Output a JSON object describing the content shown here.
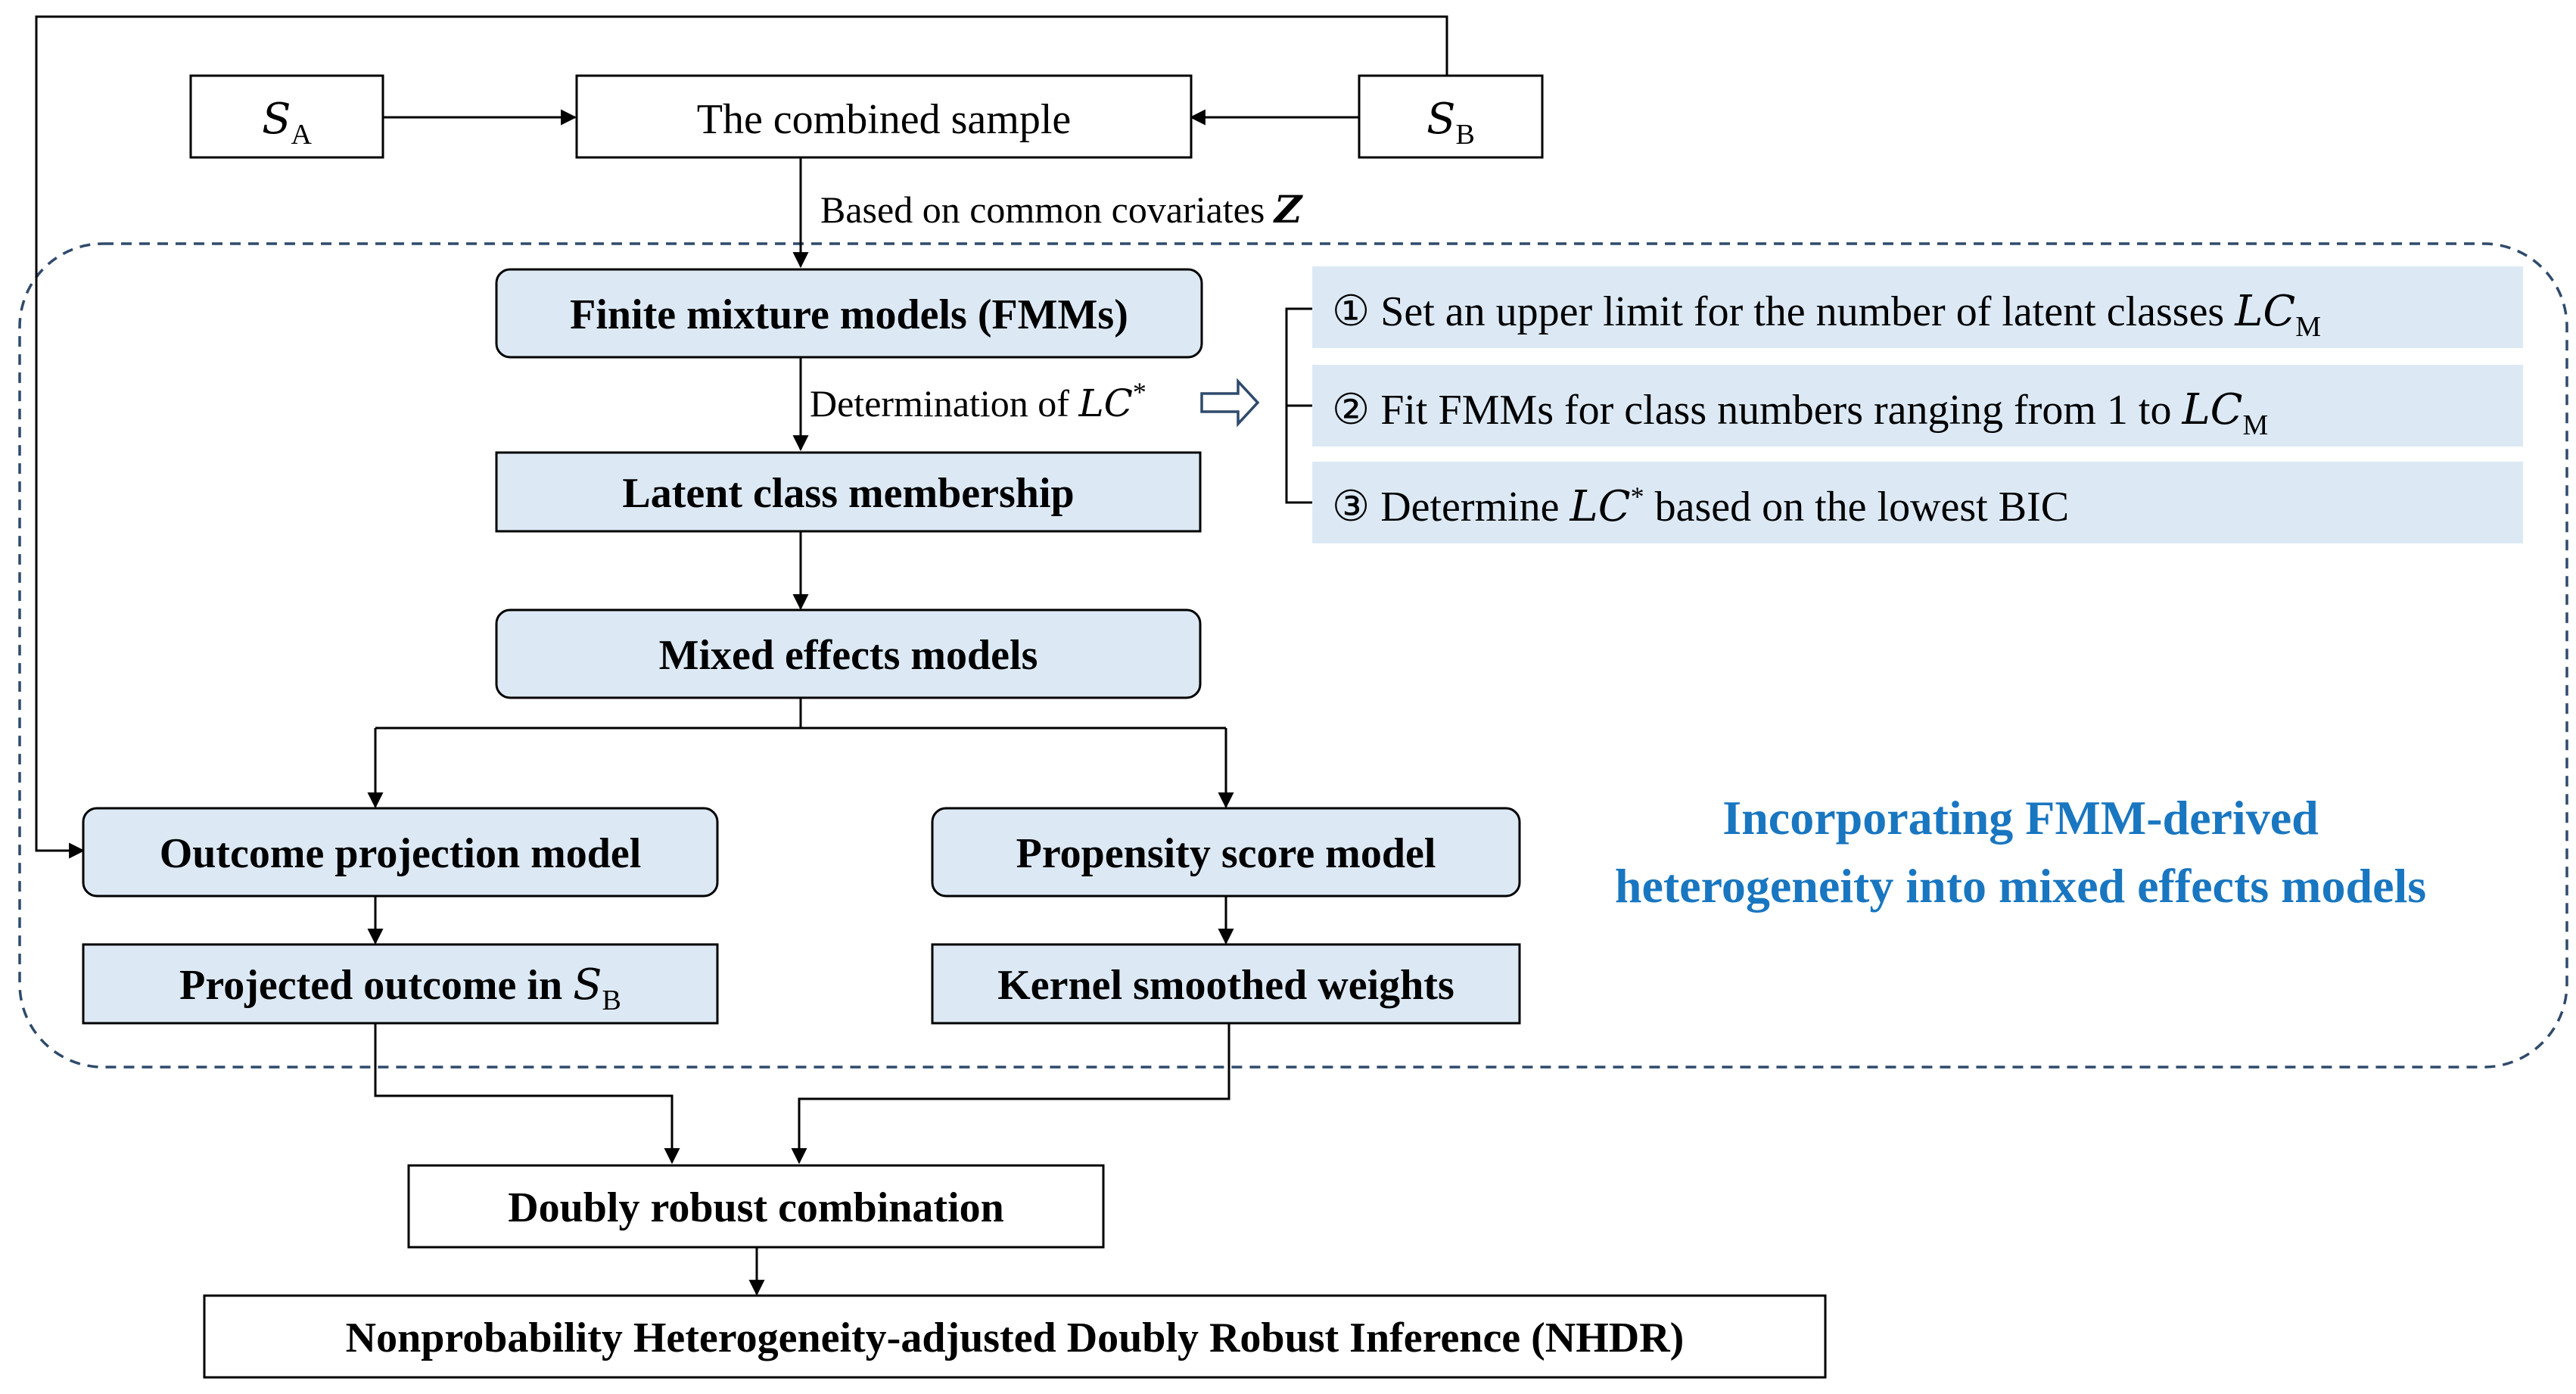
{
  "nodes": {
    "sa": {
      "symbol": "S",
      "sub": "A"
    },
    "sb": {
      "symbol": "S",
      "sub": "B"
    },
    "combined": {
      "label": "The combined sample"
    },
    "fmm": {
      "label": "Finite mixture models (FMMs)"
    },
    "latent": {
      "label": "Latent class membership"
    },
    "mixed": {
      "label": "Mixed effects models"
    },
    "outcome": {
      "label": "Outcome projection model"
    },
    "propensity": {
      "label": "Propensity score model"
    },
    "projected": {
      "label": "Projected outcome in ",
      "symbol": "S",
      "sub": "B"
    },
    "kernel": {
      "label": "Kernel smoothed weights"
    },
    "doubly": {
      "label": "Doubly robust combination"
    },
    "nhdr": {
      "label": "Nonprobability Heterogeneity-adjusted Doubly Robust Inference (NHDR)"
    }
  },
  "edges": {
    "common": {
      "label": "Based on common covariates ",
      "symbol": "Z"
    },
    "determination": {
      "label": "Determination of ",
      "symbol": "LC",
      "sup": "*"
    }
  },
  "steps": [
    {
      "marker": "①",
      "text": "Set an upper limit for the number of latent classes ",
      "symbol": "LC",
      "sub": "M"
    },
    {
      "marker": "②",
      "text": "Fit FMMs for class numbers ranging from 1 to ",
      "symbol": "LC",
      "sub": "M"
    },
    {
      "marker": "③",
      "text_before": "Determine ",
      "symbol": "LC",
      "sup": "*",
      "text_after": " based on the lowest BIC"
    }
  ],
  "region": {
    "label_line1": "Incorporating FMM-derived",
    "label_line2": "heterogeneity into mixed effects models"
  },
  "colors": {
    "box_fill": "#dce9f5",
    "region_label": "#1976c0",
    "region_border": "#2f4a6b"
  }
}
